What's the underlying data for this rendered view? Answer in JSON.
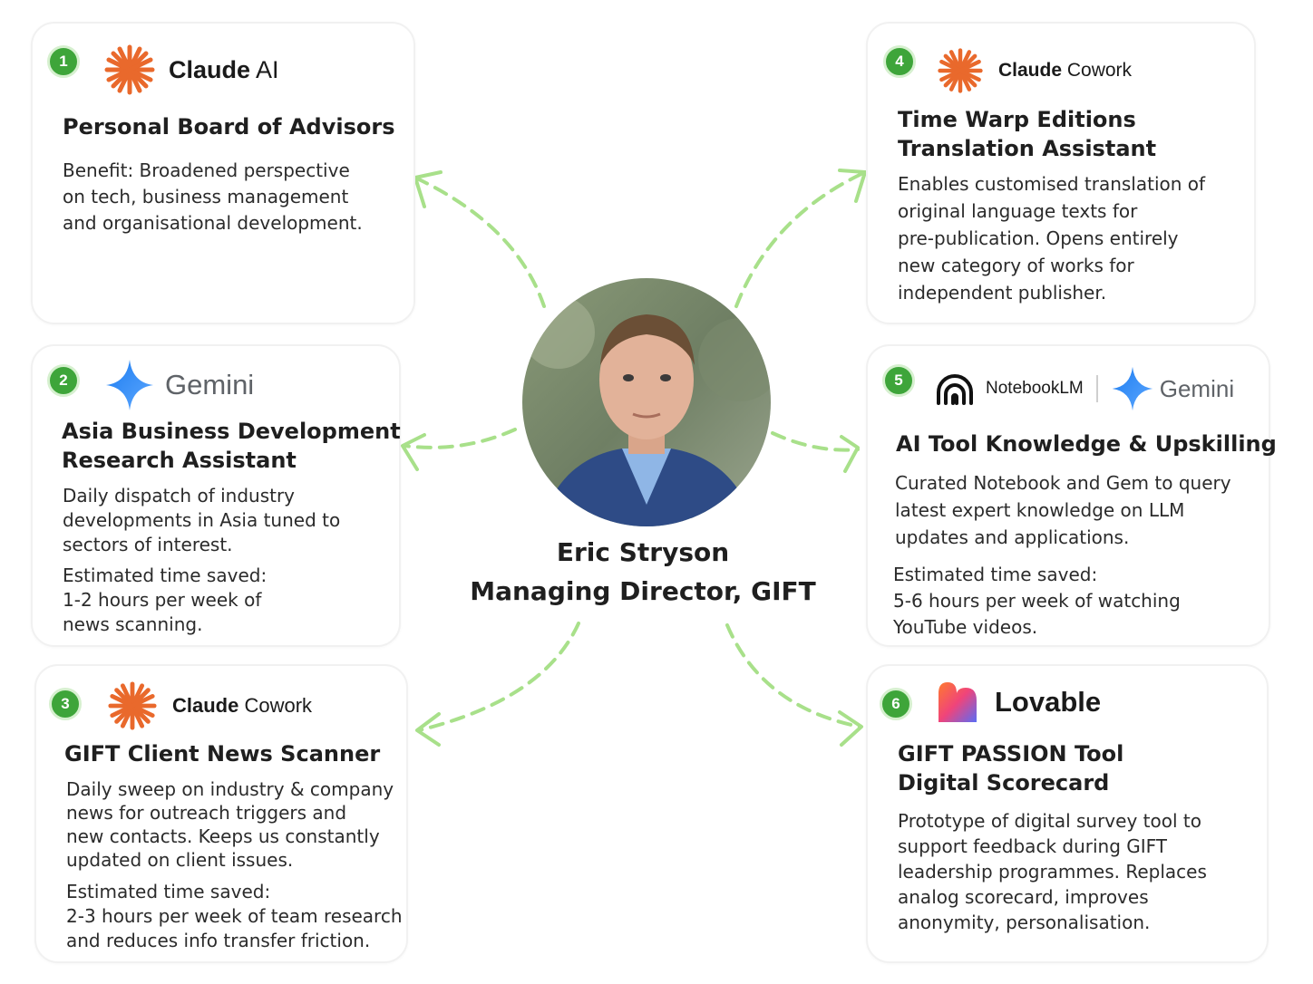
{
  "center": {
    "name": "Eric Stryson",
    "role": "Managing Director, GIFT"
  },
  "colors": {
    "badge": "#3ea53a",
    "arrow": "#a8e08a",
    "claude_orange": "#e9692c",
    "gemini_blue": "#4285f4"
  },
  "cards": [
    {
      "number": "1",
      "logo": {
        "icon": "claude-starburst-icon",
        "brand": "Claude",
        "product": "AI"
      },
      "title": [
        "Personal Board of Advisors"
      ],
      "body": [
        "Benefit: Broadened perspective",
        "on tech, business management",
        "and organisational development."
      ]
    },
    {
      "number": "2",
      "logo": {
        "icon": "gemini-sparkle-icon",
        "brand": "Gemini"
      },
      "title": [
        "Asia Business Development",
        "Research Assistant"
      ],
      "body": [
        "Daily dispatch of industry",
        "developments in Asia tuned to",
        "sectors of interest."
      ],
      "saved_label": "Estimated time saved:",
      "saved": [
        "1-2 hours per week of",
        "news scanning."
      ]
    },
    {
      "number": "3",
      "logo": {
        "icon": "claude-starburst-icon",
        "brand": "Claude",
        "product": "Cowork"
      },
      "title": [
        "GIFT Client News Scanner"
      ],
      "body": [
        "Daily sweep on industry & company",
        "news for outreach triggers and",
        "new contacts. Keeps us constantly",
        "updated on client issues."
      ],
      "saved_label": "Estimated time saved:",
      "saved": [
        "2-3 hours per week of team research",
        "and reduces info transfer friction."
      ]
    },
    {
      "number": "4",
      "logo": {
        "icon": "claude-starburst-icon",
        "brand": "Claude",
        "product": "Cowork"
      },
      "title": [
        "Time Warp Editions",
        "Translation Assistant"
      ],
      "body": [
        "Enables customised translation of",
        "original language texts for",
        "pre-publication. Opens entirely",
        "new category of works for",
        "independent publisher."
      ]
    },
    {
      "number": "5",
      "logo": {
        "icon": "notebooklm-icon",
        "brand": "NotebookLM",
        "icon2": "gemini-sparkle-icon",
        "brand2": "Gemini"
      },
      "title": [
        "AI Tool Knowledge & Upskilling"
      ],
      "body": [
        "Curated Notebook and Gem to query",
        "latest expert knowledge on LLM",
        "updates and applications."
      ],
      "saved_label": "Estimated time saved:",
      "saved": [
        "5-6 hours per week of watching",
        "YouTube videos."
      ]
    },
    {
      "number": "6",
      "logo": {
        "icon": "lovable-heart-icon",
        "brand": "Lovable"
      },
      "title": [
        "GIFT PASSION Tool",
        "Digital Scorecard"
      ],
      "body": [
        "Prototype of digital survey tool to",
        "support feedback during GIFT",
        "leadership programmes. Replaces",
        "analog scorecard, improves",
        "anonymity, personalisation."
      ]
    }
  ]
}
